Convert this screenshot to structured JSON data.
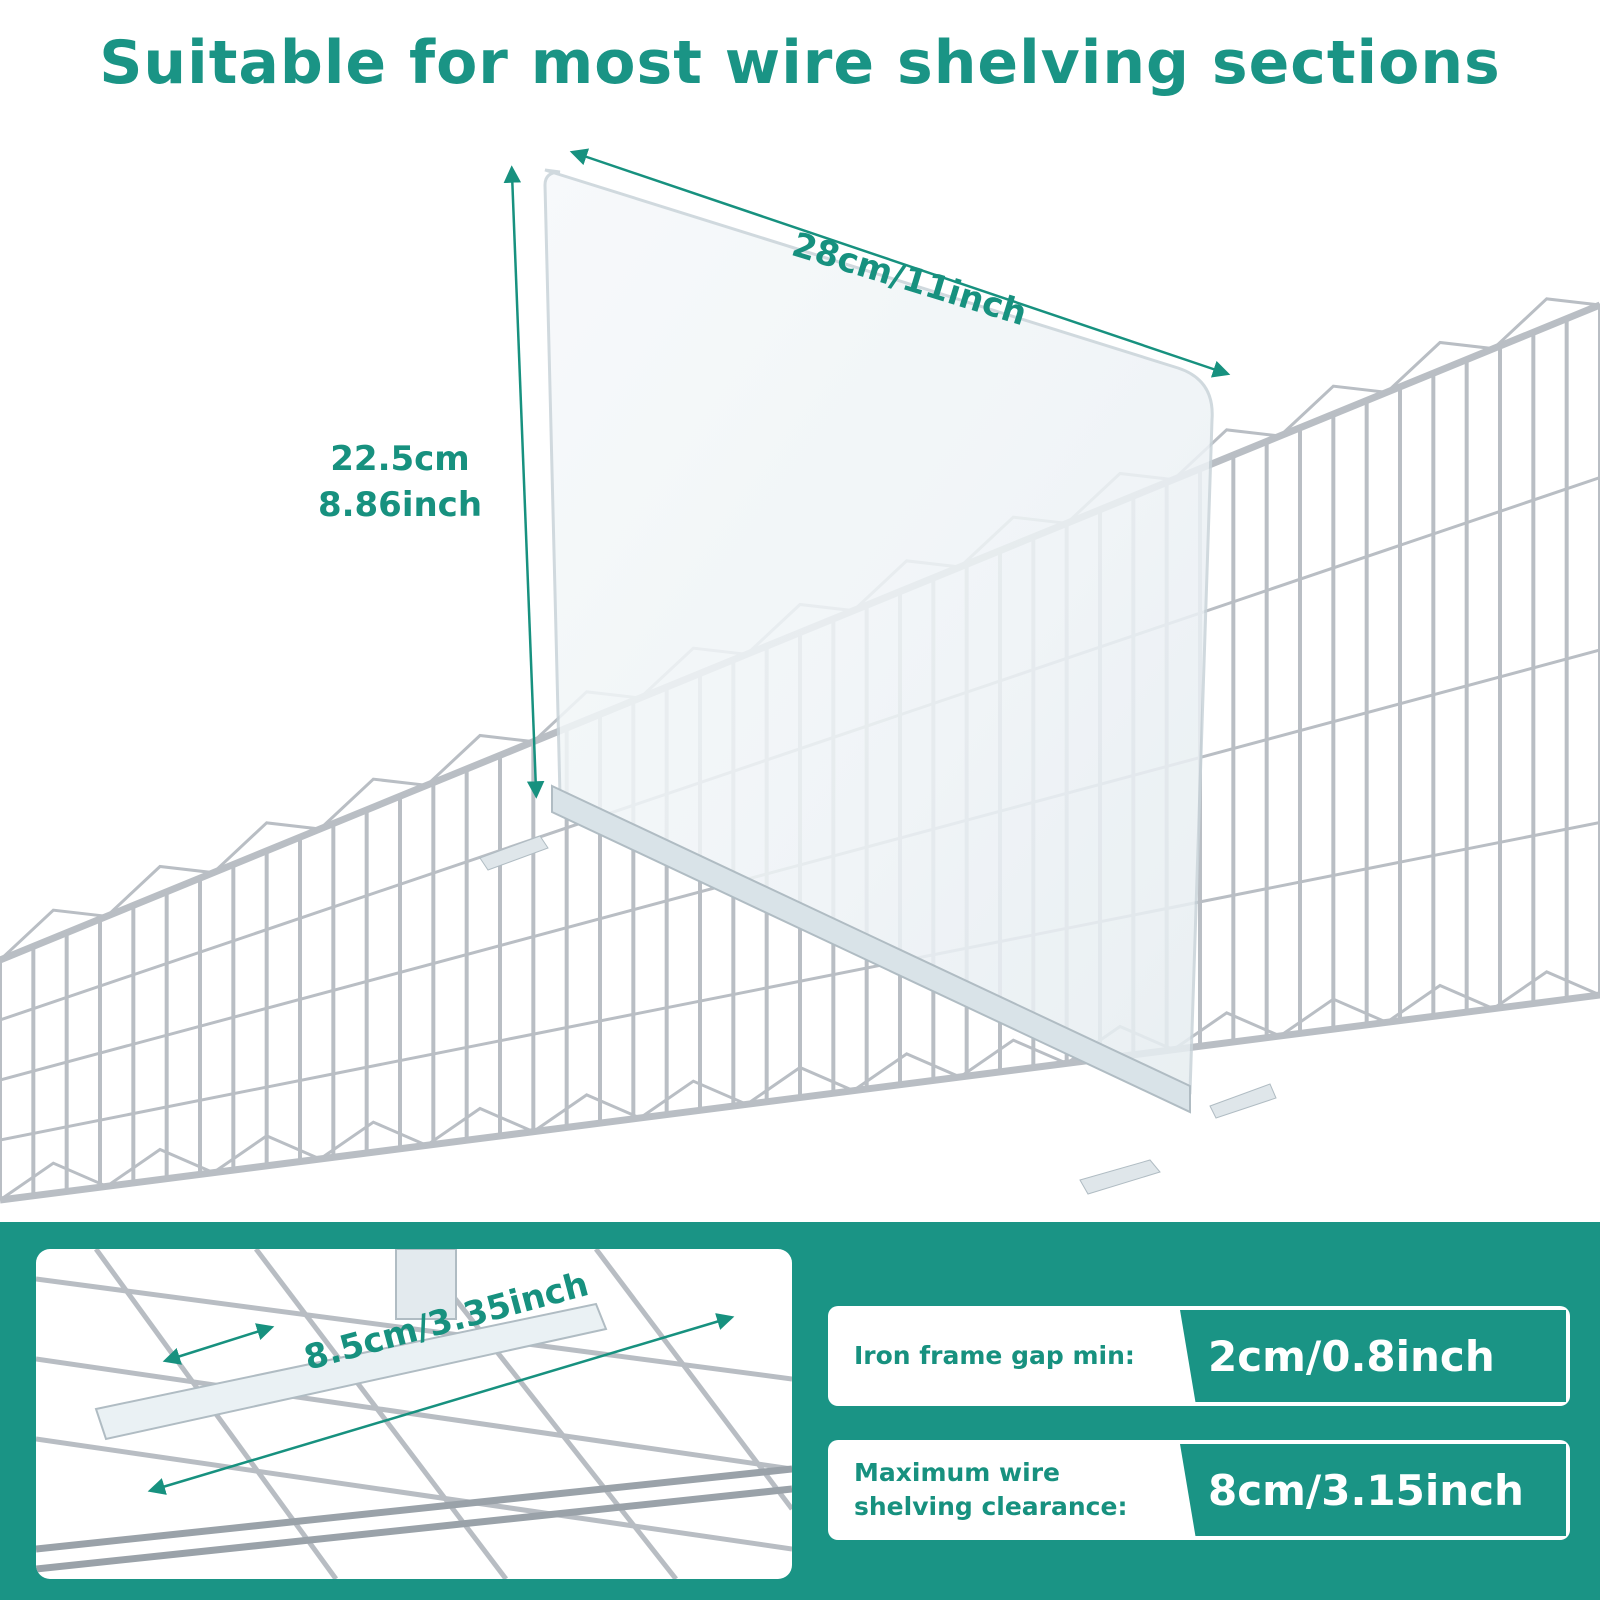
{
  "headline": "Suitable for most wire shelving sections",
  "dimensions": {
    "width": "28cm/11inch",
    "height_cm": "22.5cm",
    "height_in": "8.86inch",
    "clip_length": "8.5cm/3.35inch"
  },
  "specs": [
    {
      "label": "Iron frame gap min:",
      "value": "2cm/0.8inch"
    },
    {
      "label_line1": "Maximum wire",
      "label_line2": "shelving clearance:",
      "value": "8cm/3.15inch"
    }
  ],
  "colors": {
    "accent": "#1a9485",
    "wire": "#b9bec4",
    "divider": "#eef4f7"
  }
}
